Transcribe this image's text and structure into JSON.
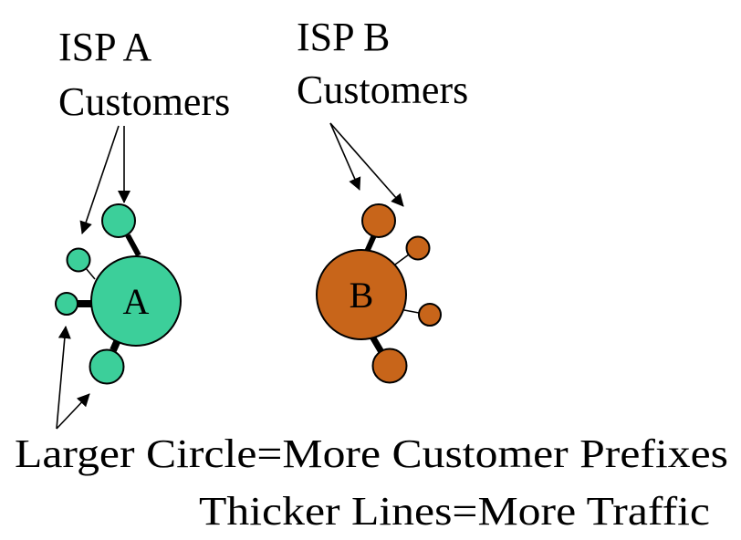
{
  "labels": {
    "isp_a_line1": "ISP A",
    "isp_a_line2": "Customers",
    "isp_b_line1": "ISP B",
    "isp_b_line2": "Customers",
    "legend_line1": "Larger Circle=More Customer Prefixes",
    "legend_line2": "Thicker Lines=More Traffic"
  },
  "isps": [
    {
      "name": "A",
      "color": "#3ccf9a",
      "customers": [
        {
          "id": "top",
          "size": "large",
          "link_traffic": "medium"
        },
        {
          "id": "upper-left",
          "size": "small",
          "link_traffic": "low"
        },
        {
          "id": "left",
          "size": "small",
          "link_traffic": "high"
        },
        {
          "id": "bottom",
          "size": "large",
          "link_traffic": "high"
        }
      ]
    },
    {
      "name": "B",
      "color": "#c8651a",
      "customers": [
        {
          "id": "top",
          "size": "large",
          "link_traffic": "high"
        },
        {
          "id": "upper-right",
          "size": "small",
          "link_traffic": "low"
        },
        {
          "id": "right",
          "size": "small",
          "link_traffic": "low"
        },
        {
          "id": "bottom",
          "size": "large",
          "link_traffic": "high"
        }
      ]
    }
  ]
}
